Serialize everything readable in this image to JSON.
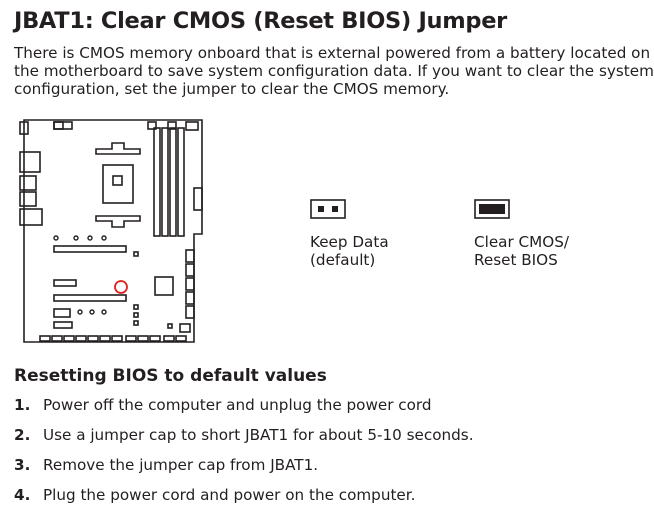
{
  "header": {
    "title": "JBAT1: Clear CMOS (Reset BIOS) Jumper",
    "intro_lines": [
      "There is CMOS memory onboard that is external powered from a battery located on",
      "the motherboard to save system configuration data. If you want to clear the system",
      "configuration, set the jumper to clear the CMOS memory."
    ]
  },
  "jumpers": {
    "keep": {
      "line1": "Keep Data",
      "line2": "(default)"
    },
    "clear": {
      "line1": "Clear CMOS/",
      "line2": "Reset BIOS"
    }
  },
  "colors": {
    "text": "#231f20",
    "highlight": "#e0201c"
  },
  "procedure": {
    "title": "Resetting BIOS to default values",
    "steps": [
      {
        "num": "1.",
        "text": "Power off the computer and unplug the power cord"
      },
      {
        "num": "2.",
        "text": "Use a jumper cap to short JBAT1 for about 5-10 seconds."
      },
      {
        "num": "3.",
        "text": "Remove the jumper cap from JBAT1."
      },
      {
        "num": "4.",
        "text": "Plug the power cord and power on the computer."
      }
    ]
  }
}
